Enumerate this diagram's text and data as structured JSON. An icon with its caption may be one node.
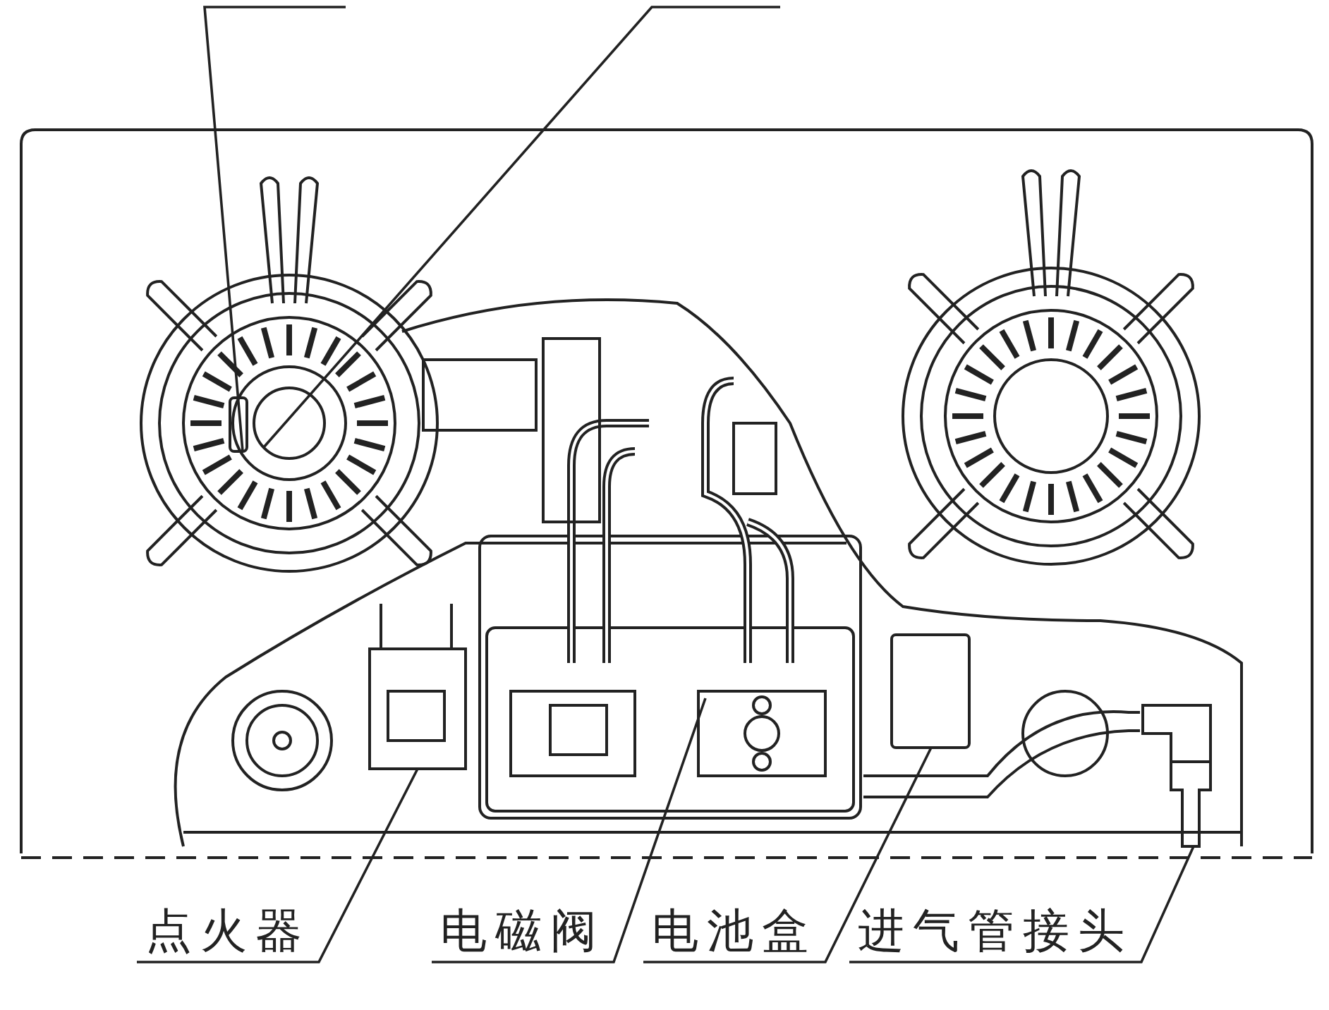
{
  "diagram": {
    "nodes": [
      {
        "text": [
          "点火器"
        ]
      },
      {
        "text": [
          "电磁阀"
        ]
      },
      {
        "text": [
          "电池盒"
        ]
      },
      {
        "text": [
          "进气管接头"
        ]
      },
      {
        "text": [],
        "shape": "picture"
      },
      {
        "text": [],
        "shape": "picture"
      },
      {
        "text": [],
        "shape": "box"
      },
      {
        "text": [],
        "shape": "picture"
      },
      {
        "text": [],
        "shape": "box"
      },
      {
        "text": [],
        "shape": "circle"
      }
    ],
    "edges": [
      {
        "from": 0,
        "to": 4,
        "arrow": "none"
      },
      {
        "from": 1,
        "to": 5,
        "arrow": "none"
      },
      {
        "from": 2,
        "to": 6,
        "arrow": "none"
      },
      {
        "from": 3,
        "to": 7,
        "arrow": "none"
      },
      {
        "from": null,
        "to": 8,
        "arrow": "none"
      },
      {
        "from": null,
        "to": 9,
        "arrow": "none"
      }
    ]
  }
}
